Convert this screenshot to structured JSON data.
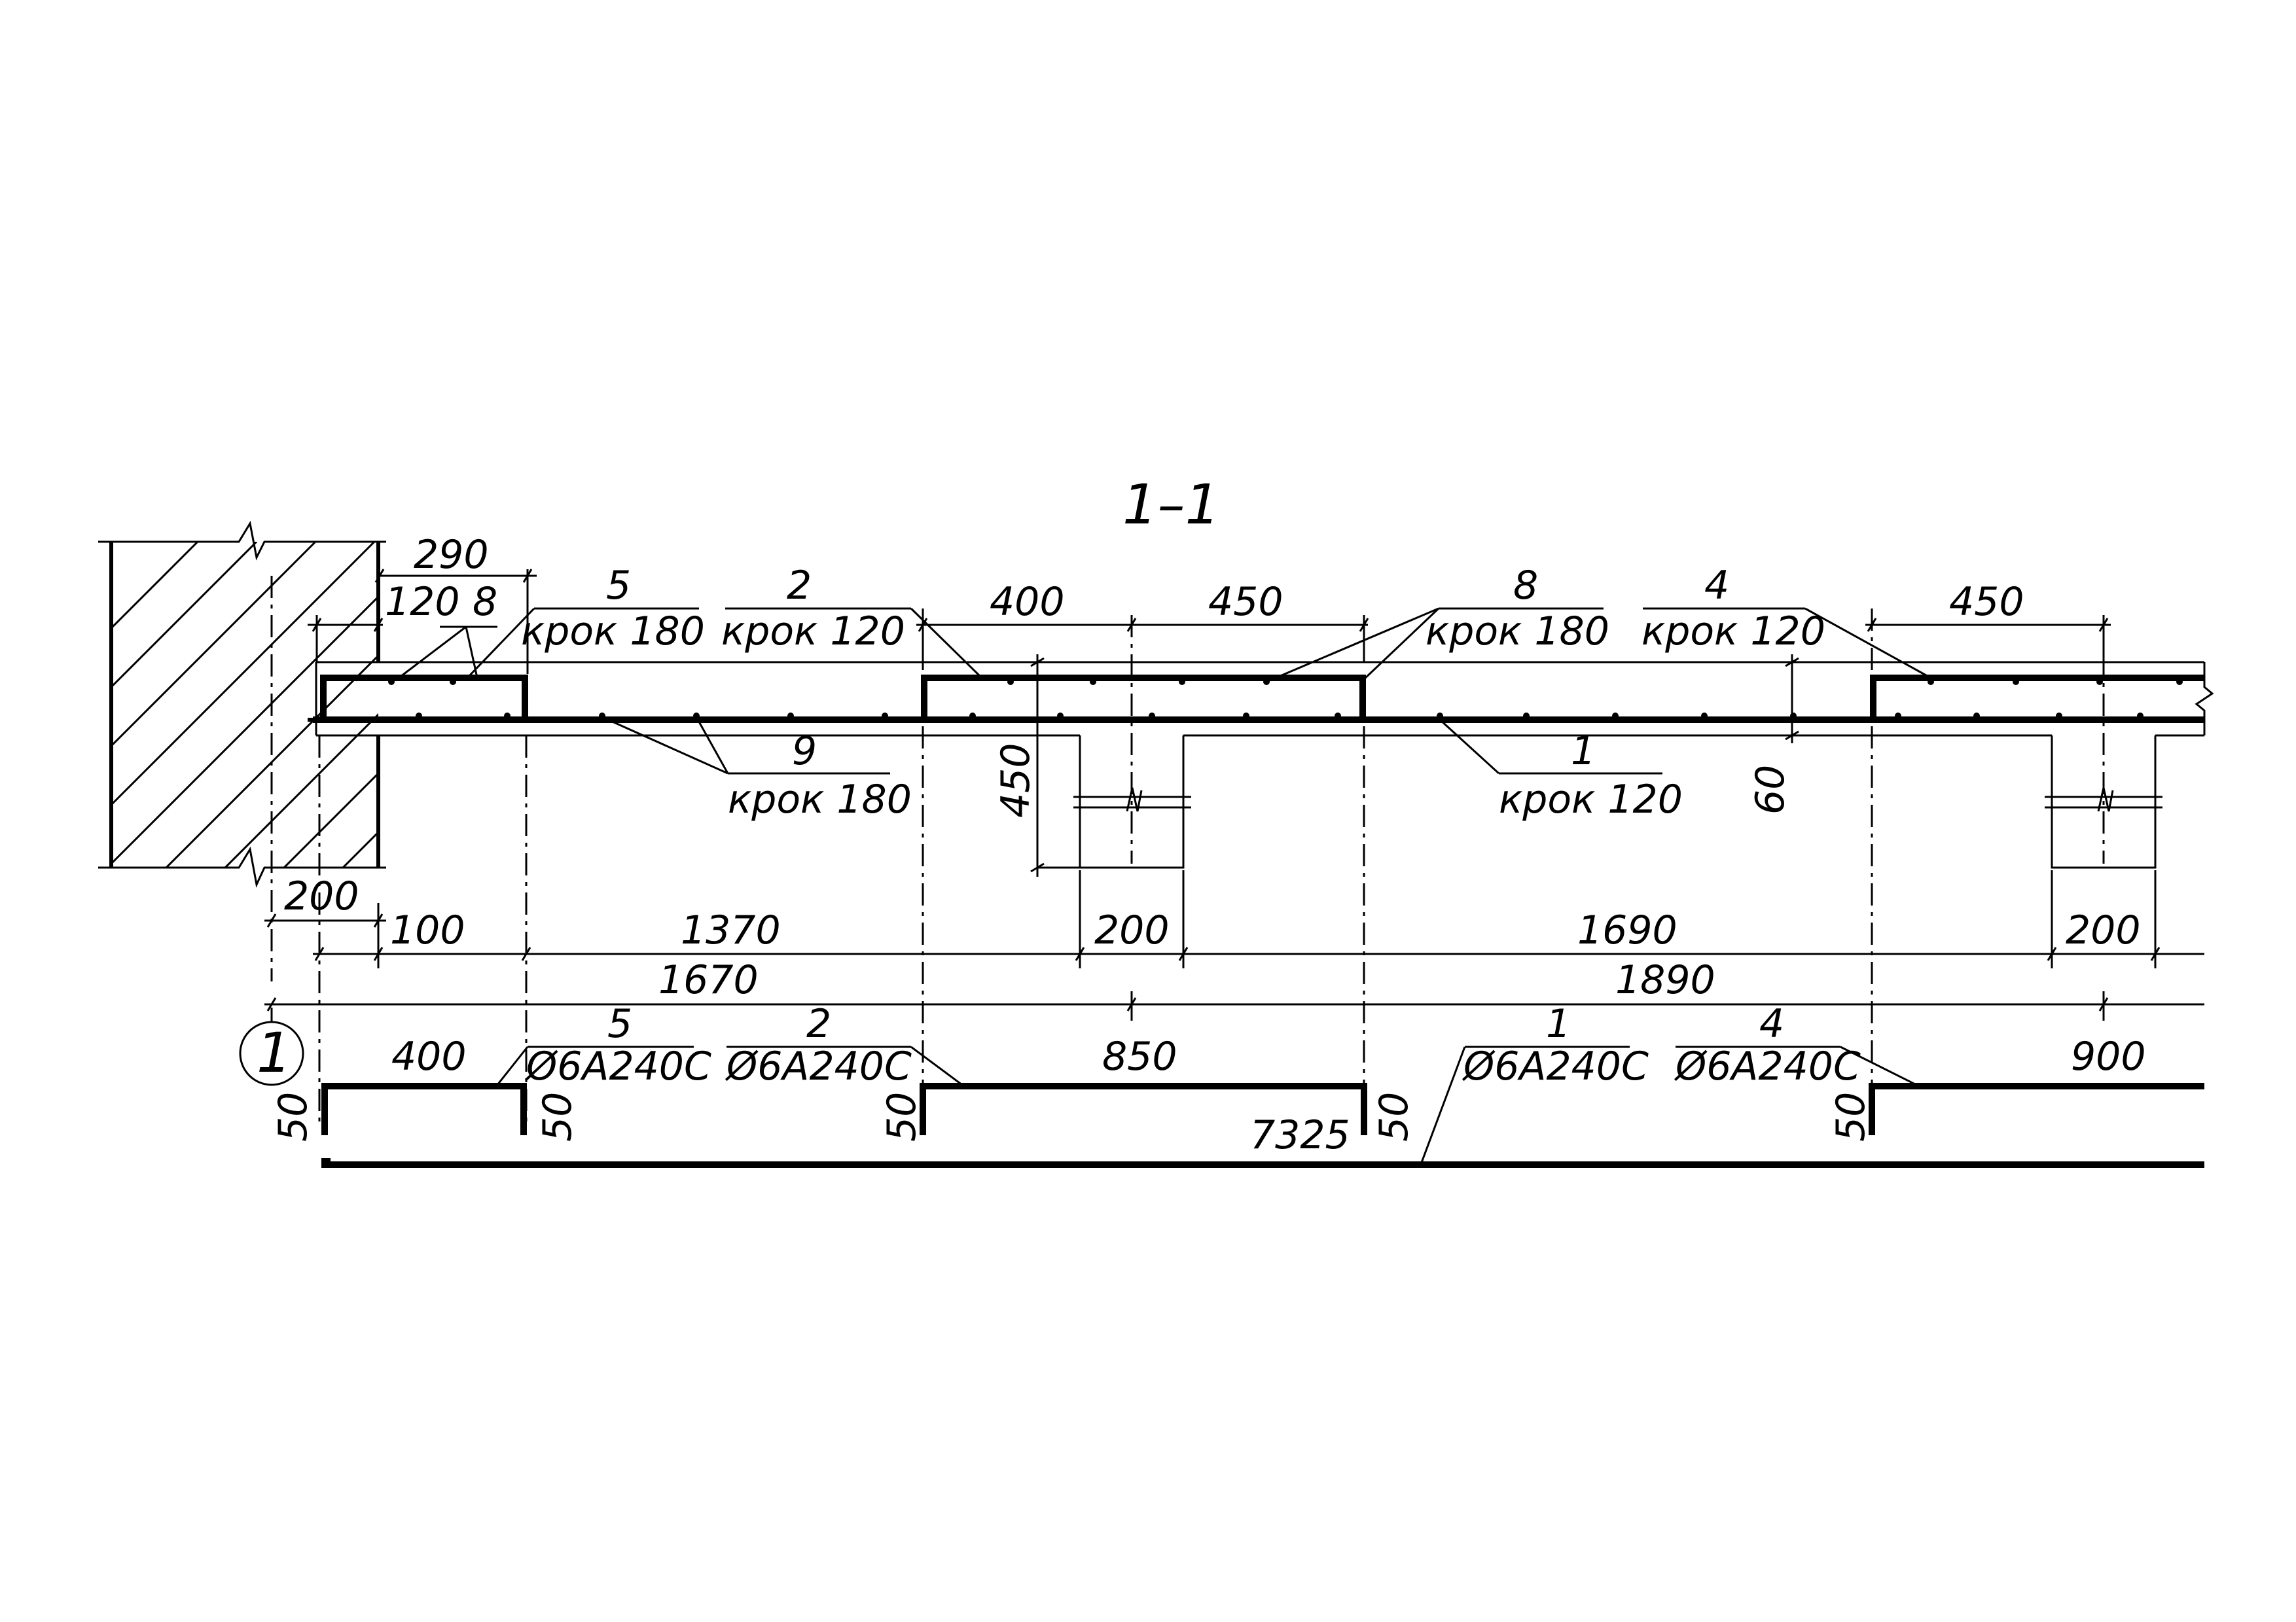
{
  "title": "1–1",
  "dimensions": {
    "d290": "290",
    "d120": "120",
    "d400_top": "400",
    "d450_mid": "450",
    "d450_right": "450",
    "d450_vert": "450",
    "d60": "60",
    "d200_left": "200",
    "d100": "100",
    "d1370": "1370",
    "d200_rib1": "200",
    "d1690": "1690",
    "d200_rib2": "200",
    "d1670": "1670",
    "d1890": "1890"
  },
  "callouts": {
    "c8_left": "8",
    "c5": {
      "num": "5",
      "step": "крок  180"
    },
    "c2": {
      "num": "2",
      "step": "крок  120"
    },
    "c8_right": {
      "num": "8",
      "step": "крок  180"
    },
    "c4": {
      "num": "4",
      "step": "крок  120"
    },
    "c9": {
      "num": "9",
      "step": "крок  180"
    },
    "c1": {
      "num": "1",
      "step": "крок  120"
    }
  },
  "bars": {
    "axis_marker": "1",
    "b400": "400",
    "b850": "850",
    "b900": "900",
    "b7325": "7325",
    "hook_50": "50",
    "spec5": {
      "num": "5",
      "spec": "Ø6А240С"
    },
    "spec2": {
      "num": "2",
      "spec": "Ø6А240С"
    },
    "spec1": {
      "num": "1",
      "spec": "Ø6А240С"
    },
    "spec4": {
      "num": "4",
      "spec": "Ø6А240С"
    }
  }
}
